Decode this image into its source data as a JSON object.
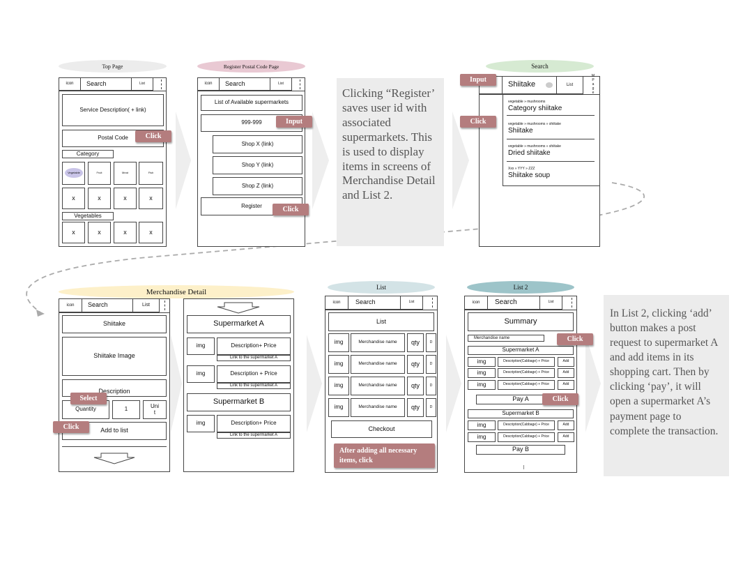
{
  "top_page": {
    "title": "Top Page",
    "icon": "icon",
    "search": "Search",
    "list": "List",
    "service": "Service Description( + link)",
    "postal": "Postal Code",
    "category": "Category",
    "categories": [
      "Vegetable",
      "Fruit",
      "Meat",
      "Fish"
    ],
    "x": "x",
    "vegetables": "Vegetables"
  },
  "register_page": {
    "title": "Register Postal Code Page",
    "icon": "icon",
    "search": "Search",
    "list": "List",
    "available": "List of Available supermarkets",
    "code": "999-999",
    "shops": [
      "Shop X (link)",
      "Shop Y (link)",
      "Shop Z (link)"
    ],
    "register": "Register"
  },
  "note1": "Clicking “Register’ saves user id with associated supermarkets. This is used to display items in screens of Merchandise Detail and List 2.",
  "search_page": {
    "title": "Search",
    "icon": "icon",
    "query": "Shiitake",
    "list": "List",
    "side": "M\nP\na\ng\ne",
    "results": [
      {
        "path": "vegetable » mushrooms",
        "name": "Category shiitake"
      },
      {
        "path": "vegetable » mushrooms » shiitake",
        "name": "Shiitake"
      },
      {
        "path": "vegetable » mushrooms » shiitake",
        "name": "Dried shiitake"
      },
      {
        "path": "Xxx » YYY » ZZZ",
        "name": "Shiitake soup"
      }
    ]
  },
  "detail_page": {
    "title": "Merchandise Detail",
    "icon": "icon",
    "search": "Search",
    "list": "List",
    "name": "Shiitake",
    "image": "Shiitake Image",
    "description": "Description",
    "quantity": "Quantity",
    "qty_value": "1",
    "unit": "Uni\nt",
    "add": "Add to list",
    "superA": "Supermarket A",
    "superB": "Supermarket B",
    "img": "img",
    "desc_price": [
      "Description+ Price",
      "Description + Price",
      "Description+ Price"
    ],
    "link": "Link to the supermarket A"
  },
  "list_page": {
    "title": "List",
    "icon": "icon",
    "search": "Search",
    "list": "List",
    "heading": "List",
    "img": "img",
    "merch": "Merchandise name",
    "qty": "qty",
    "d": "D",
    "checkout": "Checkout"
  },
  "list2_page": {
    "title": "List 2",
    "icon": "icon",
    "search": "Search",
    "list": "List",
    "summary": "Summary",
    "merch": "Merchandise name",
    "superA": "Supermarket A",
    "superB": "Supermarket B",
    "img": "img",
    "desc": "Description(Cabbage) + Price",
    "add": "Add",
    "payA": "Pay A",
    "payB": "Pay B"
  },
  "note2": "In List 2, clicking ‘add’ button makes a post request to supermarket A and add items in its shopping cart. Then by clicking ‘pay’, it will open a supermarket A’s payment page to complete the transaction.",
  "callouts": {
    "click": "Click",
    "input": "Input",
    "select": "Select",
    "after": "After adding all necessary items, click"
  },
  "colors": {
    "top_oval": "#ececec",
    "register_oval": "#e9c9d3",
    "search_oval": "#d6ead2",
    "detail_oval": "#fdf0c9",
    "list_oval": "#d3e3e6",
    "list2_oval": "#9dc4c9",
    "callout": "#b47d7e",
    "note_bg": "#ececec",
    "chevron": "#eeeeee",
    "veg_pill": "#c9c4e8"
  }
}
